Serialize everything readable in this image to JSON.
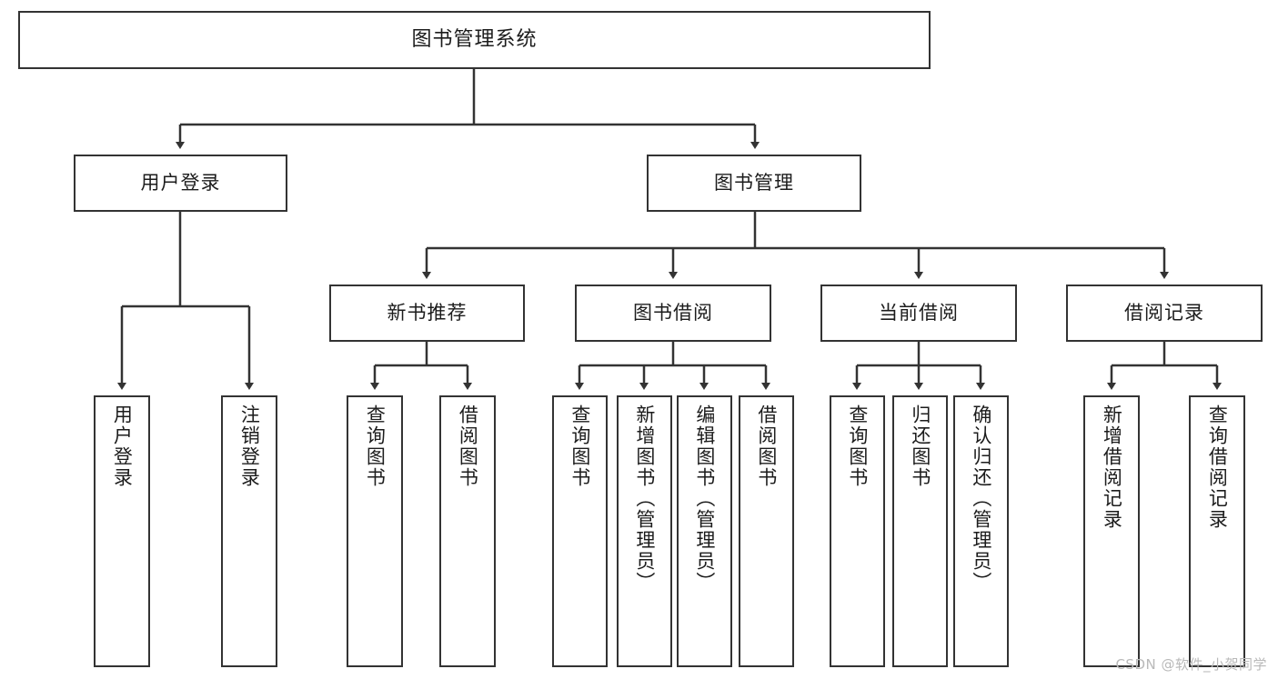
{
  "diagram": {
    "title": "图书管理系统",
    "watermark": "CSDN @软件_小贺同学",
    "colors": {
      "stroke": "#333333",
      "fill": "#ffffff",
      "text": "#1c1c1c",
      "watermark": "#b9b9b9"
    },
    "root": {
      "label": "图书管理系统"
    },
    "level2": [
      {
        "label": "用户登录"
      },
      {
        "label": "图书管理"
      }
    ],
    "level3": [
      {
        "label": "新书推荐"
      },
      {
        "label": "图书借阅"
      },
      {
        "label": "当前借阅"
      },
      {
        "label": "借阅记录"
      }
    ],
    "leaves": {
      "user_login": [
        {
          "label": "用户登录"
        },
        {
          "label": "注销登录"
        }
      ],
      "new_book": [
        {
          "label": "查询图书"
        },
        {
          "label": "借阅图书"
        }
      ],
      "book_borrow": [
        {
          "label": "查询图书"
        },
        {
          "label": "新增图书（管理员）"
        },
        {
          "label": "编辑图书（管理员）"
        },
        {
          "label": "借阅图书"
        }
      ],
      "current_borrow": [
        {
          "label": "查询图书"
        },
        {
          "label": "归还图书"
        },
        {
          "label": "确认归还（管理员）"
        }
      ],
      "borrow_record": [
        {
          "label": "新增借阅记录"
        },
        {
          "label": "查询借阅记录"
        }
      ]
    }
  }
}
